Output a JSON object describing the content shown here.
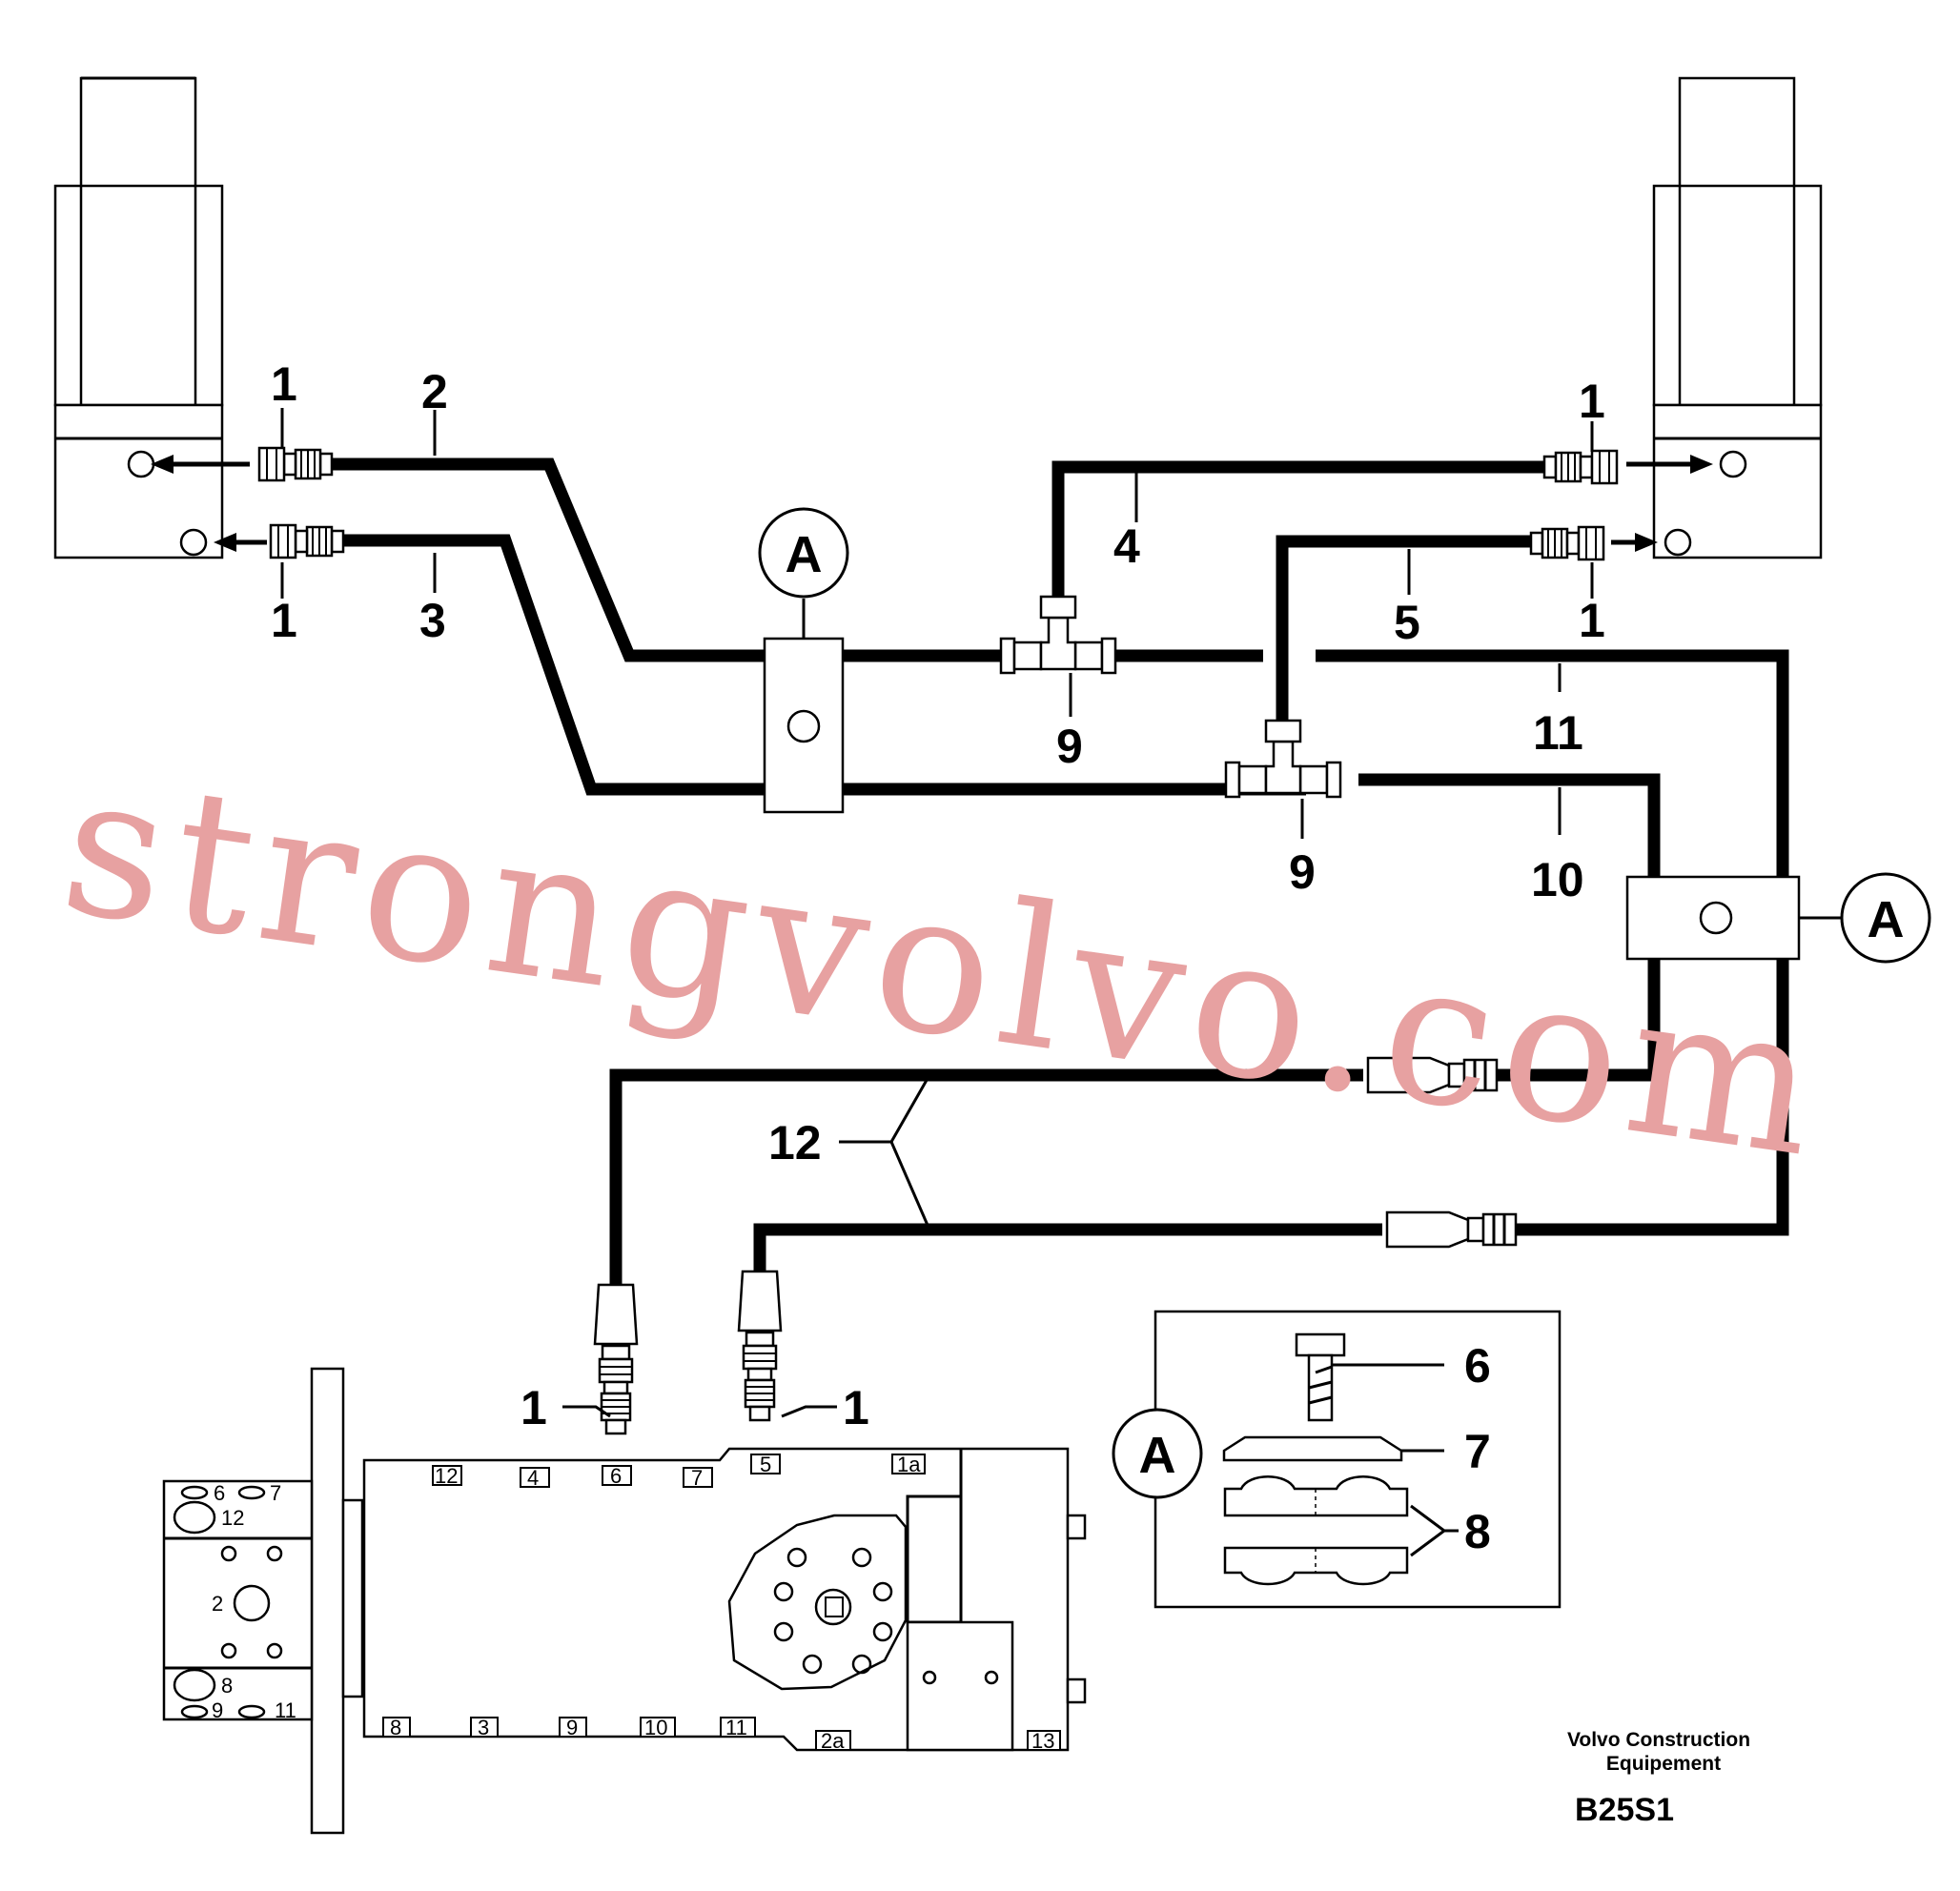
{
  "diagram": {
    "callouts": {
      "fitting_1": "1",
      "pipe_2": "2",
      "pipe_3": "3",
      "pipe_4": "4",
      "pipe_5": "5",
      "screw_6": "6",
      "clamp_plate_7": "7",
      "clamp_halves_8": "8",
      "tee_9": "9",
      "pipe_10": "10",
      "pipe_11": "11",
      "hose_12": "12"
    },
    "detail_marker": "A",
    "valve_top_ports": [
      "12",
      "4",
      "6",
      "7",
      "5",
      "1a"
    ],
    "valve_bottom_ports": [
      "8",
      "3",
      "9",
      "10",
      "11",
      "2a",
      "13"
    ],
    "side_ports": [
      "6",
      "7",
      "12",
      "2",
      "8",
      "9",
      "11"
    ]
  },
  "footer": {
    "company_line1": "Volvo Construction",
    "company_line2": "Equipement",
    "drawing_code": "B25S1"
  },
  "watermark": "strongvolvo.com"
}
